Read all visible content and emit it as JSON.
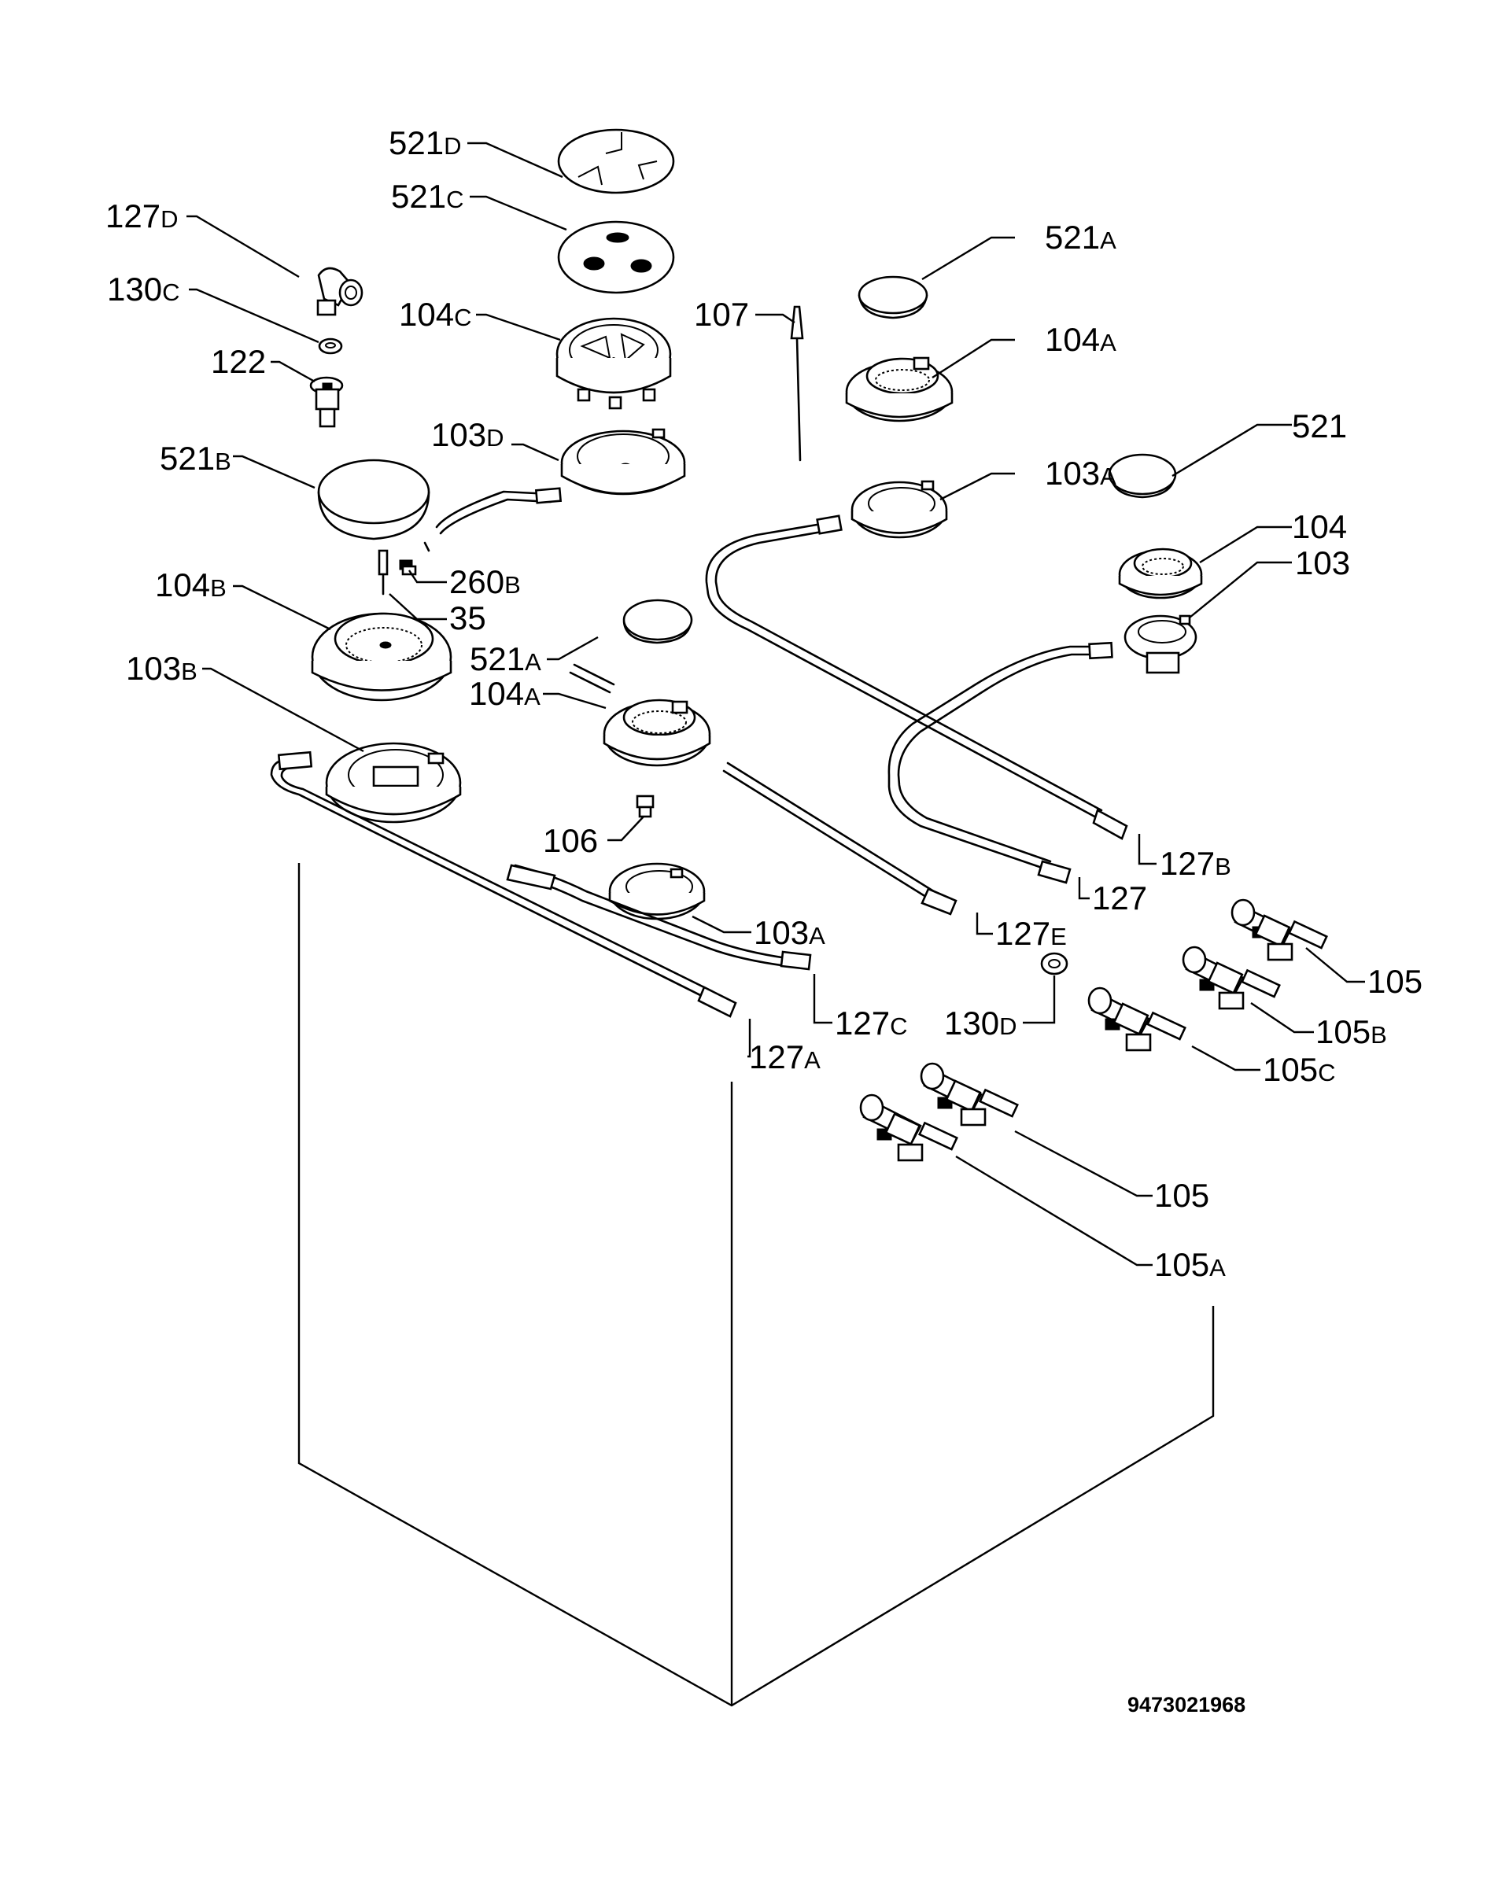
{
  "diagram": {
    "document_number": "9473021968",
    "labels": {
      "l521D": {
        "num": "521",
        "suf": "D"
      },
      "l521C": {
        "num": "521",
        "suf": "C"
      },
      "l127D": {
        "num": "127",
        "suf": "D"
      },
      "l130C": {
        "num": "130",
        "suf": "C"
      },
      "l104C": {
        "num": "104",
        "suf": "C"
      },
      "l122": {
        "num": "122",
        "suf": ""
      },
      "l521A_top": {
        "num": "521",
        "suf": "A"
      },
      "l107": {
        "num": "107",
        "suf": ""
      },
      "l104A_top": {
        "num": "104",
        "suf": "A"
      },
      "l103D": {
        "num": "103",
        "suf": "D"
      },
      "l521B": {
        "num": "521",
        "suf": "B"
      },
      "l521": {
        "num": "521",
        "suf": ""
      },
      "l103A_top": {
        "num": "103",
        "suf": "A"
      },
      "l104": {
        "num": "104",
        "suf": ""
      },
      "l260B": {
        "num": "260",
        "suf": "B"
      },
      "l103": {
        "num": "103",
        "suf": ""
      },
      "l104B": {
        "num": "104",
        "suf": "B"
      },
      "l35": {
        "num": "35",
        "suf": ""
      },
      "l521A_mid": {
        "num": "521",
        "suf": "A"
      },
      "l103B": {
        "num": "103",
        "suf": "B"
      },
      "l104A_mid": {
        "num": "104",
        "suf": "A"
      },
      "l106": {
        "num": "106",
        "suf": ""
      },
      "l127B": {
        "num": "127",
        "suf": "B"
      },
      "l127": {
        "num": "127",
        "suf": ""
      },
      "l103A_bot": {
        "num": "103",
        "suf": "A"
      },
      "l127E": {
        "num": "127",
        "suf": "E"
      },
      "l105_top": {
        "num": "105",
        "suf": ""
      },
      "l127C": {
        "num": "127",
        "suf": "C"
      },
      "l130D": {
        "num": "130",
        "suf": "D"
      },
      "l105B": {
        "num": "105",
        "suf": "B"
      },
      "l127A": {
        "num": "127",
        "suf": "A"
      },
      "l105C": {
        "num": "105",
        "suf": "C"
      },
      "l105_bot": {
        "num": "105",
        "suf": ""
      },
      "l105A": {
        "num": "105",
        "suf": "A"
      }
    }
  }
}
